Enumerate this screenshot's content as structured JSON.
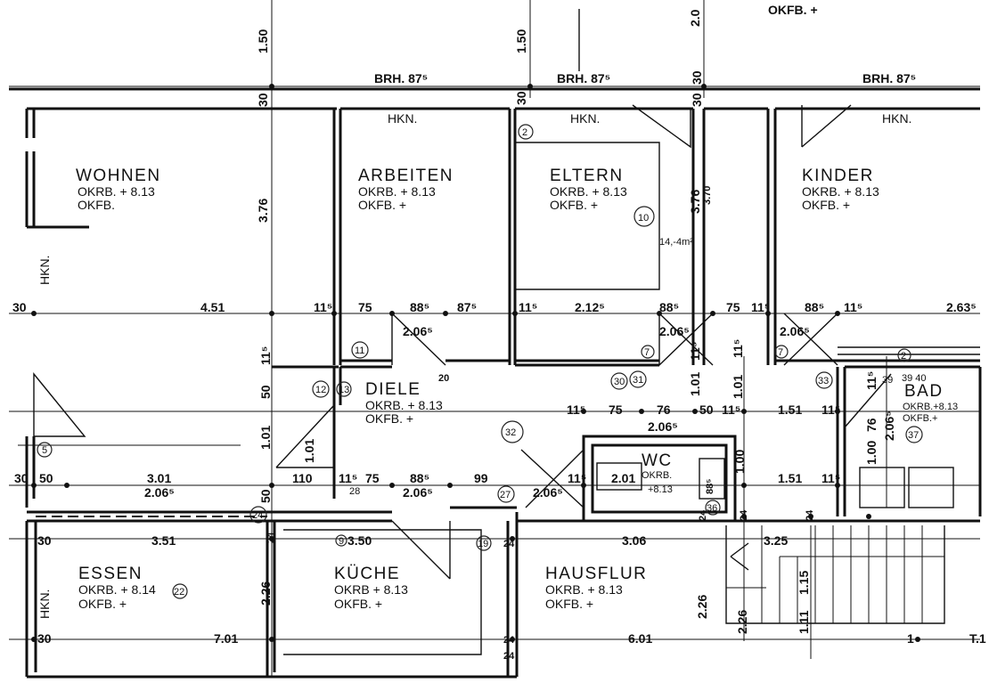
{
  "rooms": [
    {
      "name": "WOHNEN",
      "okrb": "OKRB. + 8.13",
      "okfb": "OKFB."
    },
    {
      "name": "ARBEITEN",
      "okrb": "OKRB. + 8.13",
      "okfb": "OKFB. +"
    },
    {
      "name": "ELTERN",
      "okrb": "OKRB. + 8.13",
      "okfb": "OKFB. +"
    },
    {
      "name": "KINDER",
      "okrb": "OKRB. + 8.13",
      "okfb": "OKFB. +"
    },
    {
      "name": "DIELE",
      "okrb": "OKRB. + 8.13",
      "okfb": "OKFB. +"
    },
    {
      "name": "BAD",
      "okrb": "OKRB.+8.13",
      "okfb": "OKFB.+"
    },
    {
      "name": "WC",
      "okrb": "OKRB.",
      "okfb": "+8.13"
    },
    {
      "name": "ESSEN",
      "okrb": "OKRB. + 8.14",
      "okfb": "OKFB. +"
    },
    {
      "name": "KÜCHE",
      "okrb": "OKRB + 8.13",
      "okfb": "OKFB. +"
    },
    {
      "name": "HAUSFLUR",
      "okrb": "OKRB. + 8.13",
      "okfb": "OKFB. +"
    }
  ],
  "header_note": "OKFB. +",
  "parapet": "BRH. 87⁵",
  "radiator": "HKN.",
  "dims_top": [
    "1.50",
    "1.50",
    "2.0",
    "30",
    "30",
    "30",
    "30",
    "3.76",
    "3.76",
    "3.70"
  ],
  "dims_row1": [
    "30",
    "4.51",
    "11⁵",
    "75",
    "88⁵",
    "87⁵",
    "11⁵",
    "2.12⁵",
    "88⁵",
    "75",
    "11⁵",
    "88⁵",
    "11⁵",
    "2.63⁵",
    "2.06⁵",
    "2.06⁵",
    "2.06⁵"
  ],
  "dims_mid": [
    "11⁵",
    "50",
    "1.01",
    "11⁵",
    "1.01",
    "11⁵",
    "1.01",
    "20"
  ],
  "dims_row2": [
    "11⁵",
    "75",
    "76",
    "50",
    "11⁵",
    "1.51",
    "11⁵",
    "2.06⁵",
    "76",
    "2.06⁵",
    "11⁵"
  ],
  "dims_row3": [
    "30",
    "50",
    "3.01",
    "2.06⁵",
    "1.01",
    "110",
    "11⁵",
    "75",
    "88⁵",
    "2.06⁵",
    "99",
    "2.06⁵",
    "11⁵",
    "2.01",
    "88⁵",
    "1.00",
    "1.51",
    "11⁵",
    "1.00",
    "50"
  ],
  "dims_row4": [
    "30",
    "3.51",
    "24",
    "3.50",
    "24",
    "3.06",
    "3.25",
    "24",
    "24",
    "24",
    "24"
  ],
  "dims_low": [
    "2.26",
    "2.26",
    "2.26",
    "1.15",
    "1.11"
  ],
  "dims_row5": [
    "30",
    "7.01",
    "24",
    "6.01",
    "1",
    "T.1"
  ],
  "handnotes": [
    "10",
    "14,-4m²",
    "11",
    "12",
    "13",
    "32",
    "30",
    "31",
    "7",
    "7",
    "33",
    "2",
    "39",
    "39 40",
    "37",
    "27",
    "28",
    "24",
    "5",
    "19",
    "22",
    "36",
    "9",
    "2"
  ]
}
